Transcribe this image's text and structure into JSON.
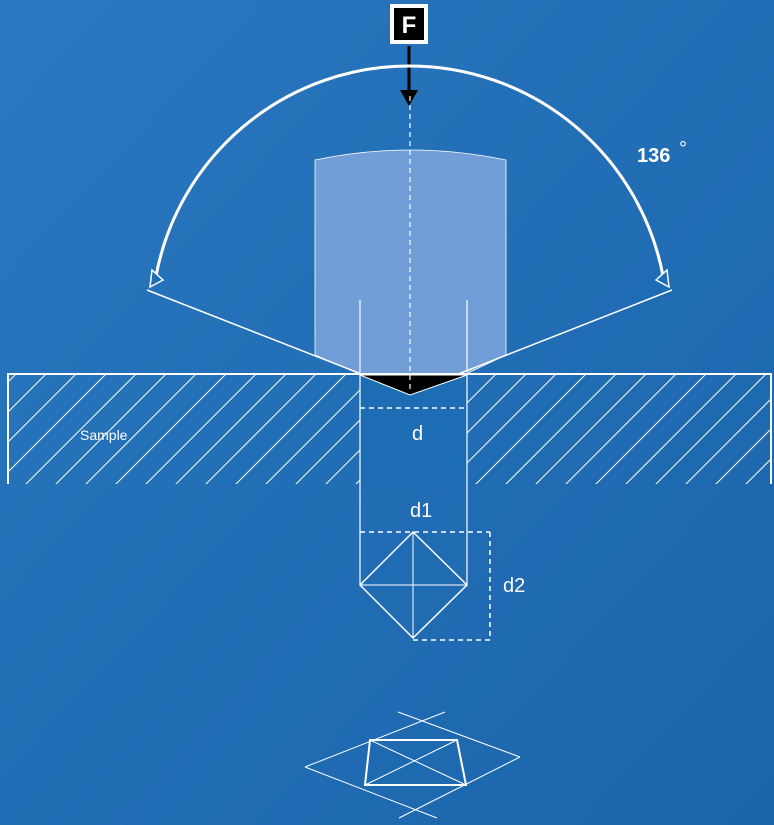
{
  "force_label": "F",
  "angle_label": "136",
  "degree_symbol": "°",
  "sample_label": "Sample",
  "d_label": "d",
  "d1_label": "d1",
  "d2_label": "d2",
  "colors": {
    "background": "#1d6db5",
    "line": "#ffffff",
    "indenter_fill": "#7aa3d9",
    "indent_fill": "#000000"
  }
}
